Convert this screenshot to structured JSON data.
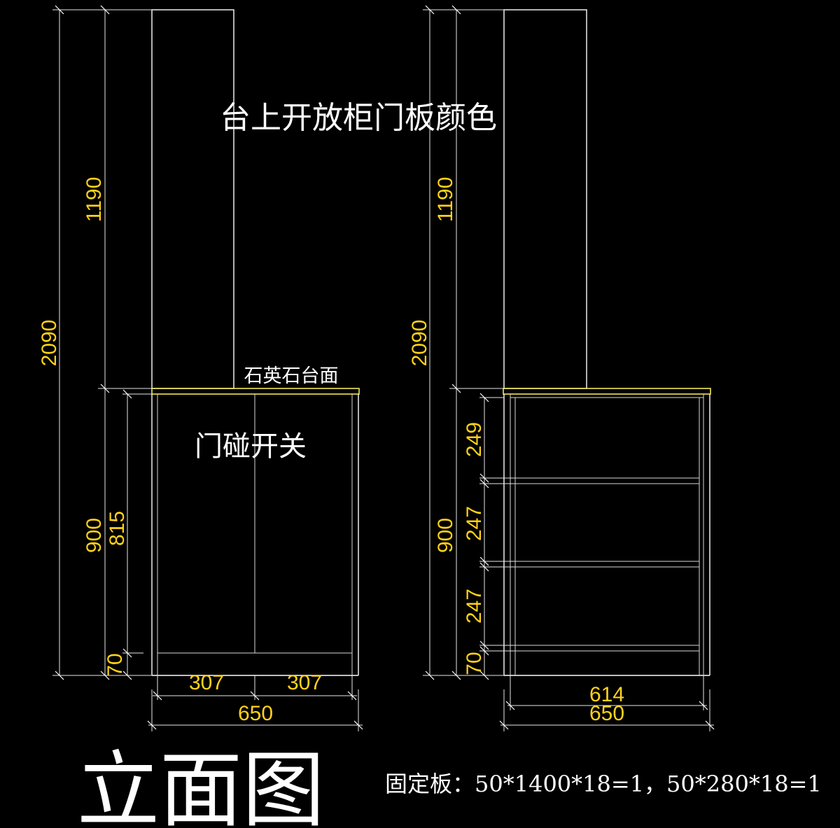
{
  "labels": {
    "upper_cabinet_note": "台上开放柜门板颜色",
    "countertop": "石英石台面",
    "door_switch": "门碰开关",
    "drawing_title": "立面图",
    "fixed_panel_note": "固定板：50*1400*18=1，50*280*18=1"
  },
  "left_view": {
    "dims": {
      "total_height": "2090",
      "upper_height": "1190",
      "lower_height": "900",
      "door_height": "815",
      "kick_height": "70",
      "door_left_width": "307",
      "door_right_width": "307",
      "total_width": "650"
    }
  },
  "right_view": {
    "dims": {
      "total_height": "2090",
      "upper_height": "1190",
      "lower_height": "900",
      "shelf_1": "249",
      "shelf_2": "247",
      "shelf_3": "247",
      "kick_height": "70",
      "inner_width": "614",
      "total_width": "650"
    }
  },
  "colors": {
    "background": "#000000",
    "lines": "#ffffff",
    "dimension_text": "#ffd21a",
    "countertop": "#f2e65a"
  }
}
